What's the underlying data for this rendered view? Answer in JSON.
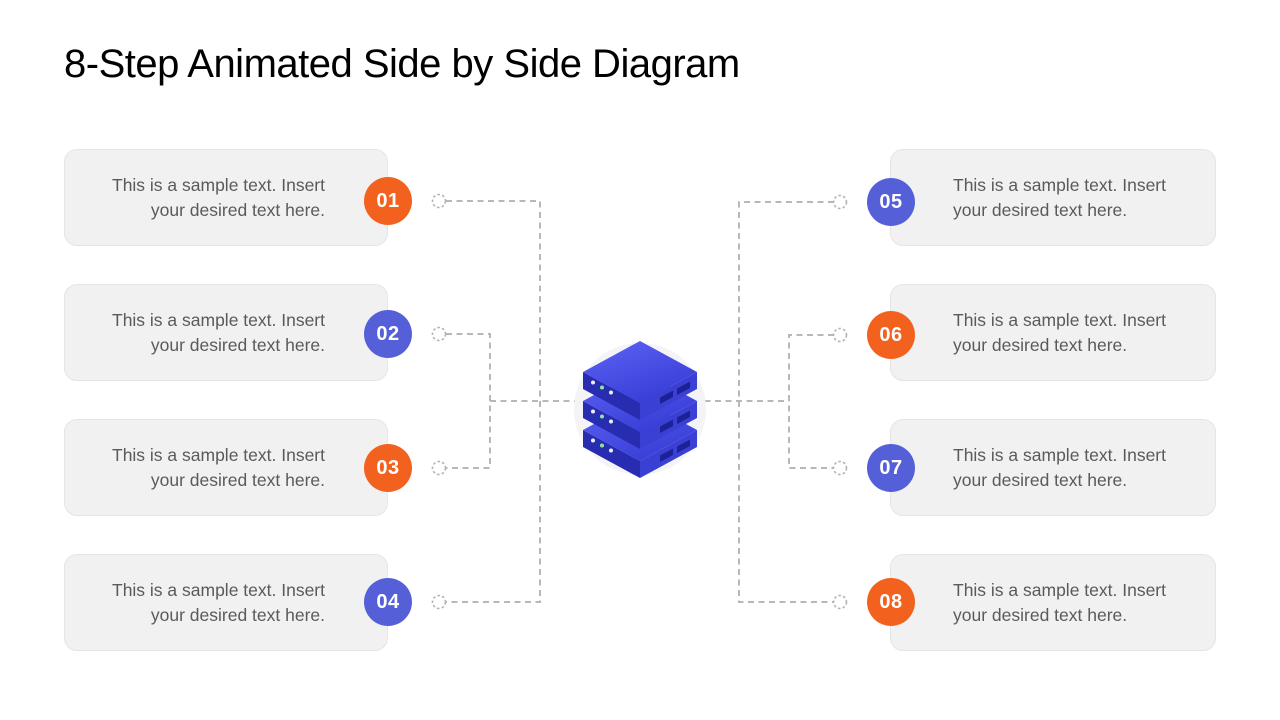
{
  "slide": {
    "title": "8-Step Animated Side by Side Diagram"
  },
  "card_text": {
    "line1": "This is a sample text. Insert",
    "line2": "your desired text here."
  },
  "steps": [
    {
      "number": "01",
      "color": "orange",
      "side": "left"
    },
    {
      "number": "02",
      "color": "purple",
      "side": "left"
    },
    {
      "number": "03",
      "color": "orange",
      "side": "left"
    },
    {
      "number": "04",
      "color": "purple",
      "side": "left"
    },
    {
      "number": "05",
      "color": "purple",
      "side": "right"
    },
    {
      "number": "06",
      "color": "orange",
      "side": "right"
    },
    {
      "number": "07",
      "color": "purple",
      "side": "right"
    },
    {
      "number": "08",
      "color": "orange",
      "side": "right"
    }
  ],
  "center_icon": "server-stack",
  "colors": {
    "badge_orange": "#f2611d",
    "badge_purple": "#5560d8",
    "card_bg": "#f1f1f2",
    "card_border": "#e5e5e5",
    "body_text": "#5a5a5a",
    "title_text": "#000000",
    "connector": "#b8b8b8",
    "server_top": "#4a50e8",
    "server_left": "#272cb0",
    "server_right": "#3a40d4",
    "server_slot": "#1d2198",
    "led_green": "#8ce69a",
    "led_white": "#eaf0ff",
    "icon_halo": "#f4f4f6"
  }
}
